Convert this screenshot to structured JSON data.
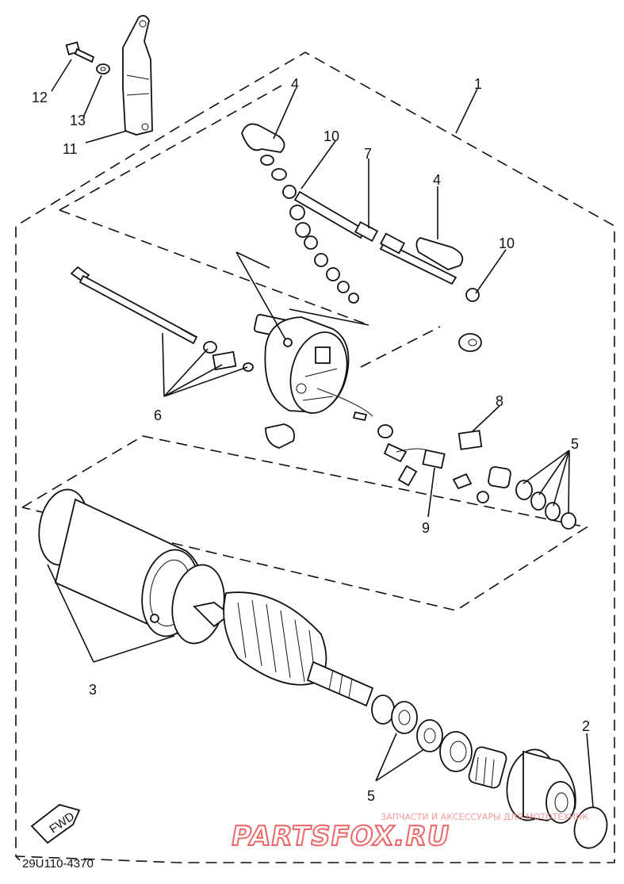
{
  "callouts": {
    "c1": "1",
    "c2": "2",
    "c3": "3",
    "c4a": "4",
    "c4b": "4",
    "c5a": "5",
    "c5b": "5",
    "c6": "6",
    "c7": "7",
    "c8": "8",
    "c9": "9",
    "c10a": "10",
    "c10b": "10",
    "c11": "11",
    "c12": "12",
    "c13": "13"
  },
  "fwd_label": "FWD",
  "diagram_code": "29U110-4370",
  "watermark": {
    "small": "ЗАПЧАСТИ И АКСЕССУАРЫ ДЛЯ МОТОТЕХНИК",
    "logo": "PARTSFOX.RU"
  },
  "colors": {
    "ink": "#111111",
    "watermark": "#e94b4b",
    "background": "#ffffff"
  }
}
